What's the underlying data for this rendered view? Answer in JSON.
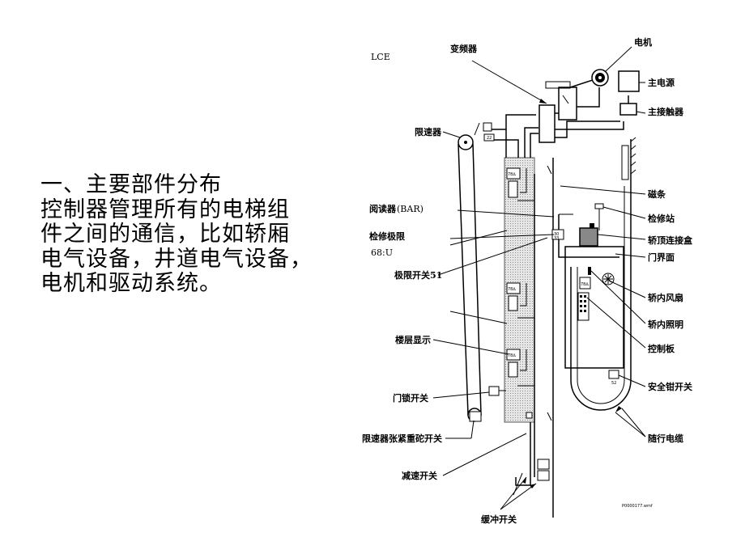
{
  "heading": {
    "line1": "一、主要部件分布",
    "line2": "控制器管理所有的电梯组",
    "line3": "件之间的通信，比如轿厢",
    "line4": "电气设备，井道电气设备，",
    "line5": "电机和驱动系统。"
  },
  "diagram": {
    "labels": {
      "lce": "LCE",
      "inverter": "变频器",
      "motor": "电机",
      "main_power": "主电源",
      "main_contactor": "主接触器",
      "overspeed_governor": "限速器",
      "magnet_strip": "磁条",
      "reader": "阅读器",
      "reader_bar": "(BAR)",
      "inspection_limit": "检修极限",
      "inspection_limit_code": "68:U",
      "limit_switch": "极限开关51",
      "inspection_station": "检修站",
      "car_top_box": "轿顶连接盒",
      "door_interface": "门界面",
      "car_fan": "轿内风扇",
      "car_light": "轿内照明",
      "control_panel": "控制板",
      "floor_display": "楼层显示",
      "door_lock_switch": "门锁开关",
      "safety_gear_switch": "安全钳开关",
      "governor_tension_switch": "限速器张紧重砣开关",
      "travel_cable": "随行电缆",
      "slowdown_switch": "减速开关",
      "buffer_switch": "缓冲开关",
      "code_22": "22",
      "code_52": "52",
      "code_30": "30",
      "code_33": "33",
      "display_text": "78∆",
      "figure_code": "P0000177.wmf"
    }
  }
}
